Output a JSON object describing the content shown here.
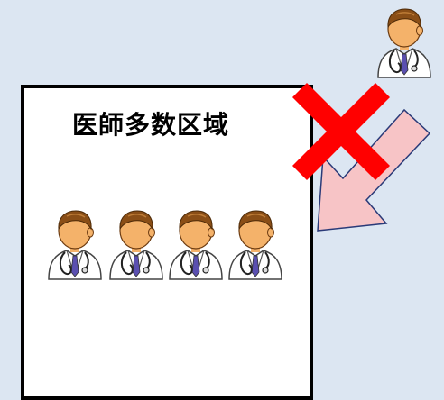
{
  "diagram": {
    "area_title": "医師多数区域",
    "doctor_count_inside": 4,
    "doctor_count_outside": 1
  },
  "colors": {
    "background": "#dce6f2",
    "area_fill": "#ffffff",
    "area_border": "#000000",
    "cross": "#ff0000",
    "arrow_fill": "#f7c4c6",
    "arrow_stroke": "#2a3a78",
    "skin": "#f4b26a",
    "hair": "#8a4e16",
    "coat": "#ffffff",
    "tie": "#5a4fb0"
  },
  "icons": {
    "doctor": "doctor-icon",
    "cross": "cross-mark-icon",
    "arrow": "arrow-icon"
  }
}
